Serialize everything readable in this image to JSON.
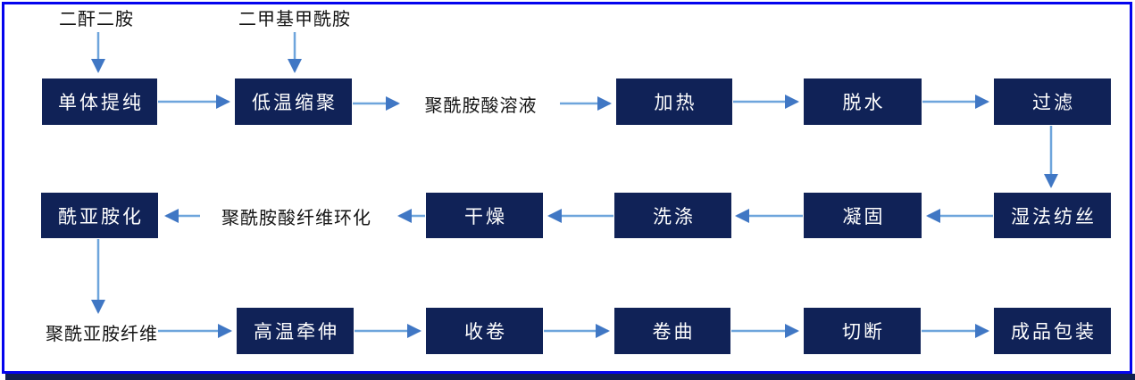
{
  "diagram": {
    "description_colors": {
      "box_fill": "#102257",
      "box_text": "#ffffff",
      "arrow_line": "#6ea5dc",
      "arrow_head": "#4077c4",
      "frame_border": "#0404ee",
      "bottom_bar": "#12214f",
      "label_text": "#141414"
    },
    "top_inputs": [
      {
        "label": "二酐二胺"
      },
      {
        "label": "二甲基甲酰胺"
      }
    ],
    "row1": [
      {
        "kind": "box",
        "label": "单体提纯"
      },
      {
        "kind": "box",
        "label": "低温缩聚"
      },
      {
        "kind": "text",
        "label": "聚酰胺酸溶液"
      },
      {
        "kind": "box",
        "label": "加热"
      },
      {
        "kind": "box",
        "label": "脱水"
      },
      {
        "kind": "box",
        "label": "过滤"
      }
    ],
    "row2": [
      {
        "kind": "box",
        "label": "湿法纺丝"
      },
      {
        "kind": "box",
        "label": "凝固"
      },
      {
        "kind": "box",
        "label": "洗涤"
      },
      {
        "kind": "box",
        "label": "干燥"
      },
      {
        "kind": "text",
        "label": "聚酰胺酸纤维环化"
      },
      {
        "kind": "box",
        "label": "酰亚胺化"
      }
    ],
    "row3": [
      {
        "kind": "text",
        "label": "聚酰亚胺纤维"
      },
      {
        "kind": "box",
        "label": "高温牵伸"
      },
      {
        "kind": "box",
        "label": "收卷"
      },
      {
        "kind": "box",
        "label": "卷曲"
      },
      {
        "kind": "box",
        "label": "切断"
      },
      {
        "kind": "box",
        "label": "成品包装"
      }
    ],
    "edges": [
      {
        "from": "二酐二胺",
        "to": "单体提纯"
      },
      {
        "from": "二甲基甲酰胺",
        "to": "低温缩聚"
      },
      {
        "from": "单体提纯",
        "to": "低温缩聚"
      },
      {
        "from": "低温缩聚",
        "to": "聚酰胺酸溶液"
      },
      {
        "from": "聚酰胺酸溶液",
        "to": "加热"
      },
      {
        "from": "加热",
        "to": "脱水"
      },
      {
        "from": "脱水",
        "to": "过滤"
      },
      {
        "from": "过滤",
        "to": "湿法纺丝"
      },
      {
        "from": "湿法纺丝",
        "to": "凝固"
      },
      {
        "from": "凝固",
        "to": "洗涤"
      },
      {
        "from": "洗涤",
        "to": "干燥"
      },
      {
        "from": "干燥",
        "to": "聚酰胺酸纤维环化"
      },
      {
        "from": "聚酰胺酸纤维环化",
        "to": "酰亚胺化"
      },
      {
        "from": "酰亚胺化",
        "to": "聚酰亚胺纤维"
      },
      {
        "from": "聚酰亚胺纤维",
        "to": "高温牵伸"
      },
      {
        "from": "高温牵伸",
        "to": "收卷"
      },
      {
        "from": "收卷",
        "to": "卷曲"
      },
      {
        "from": "卷曲",
        "to": "切断"
      },
      {
        "from": "切断",
        "to": "成品包装"
      }
    ]
  }
}
